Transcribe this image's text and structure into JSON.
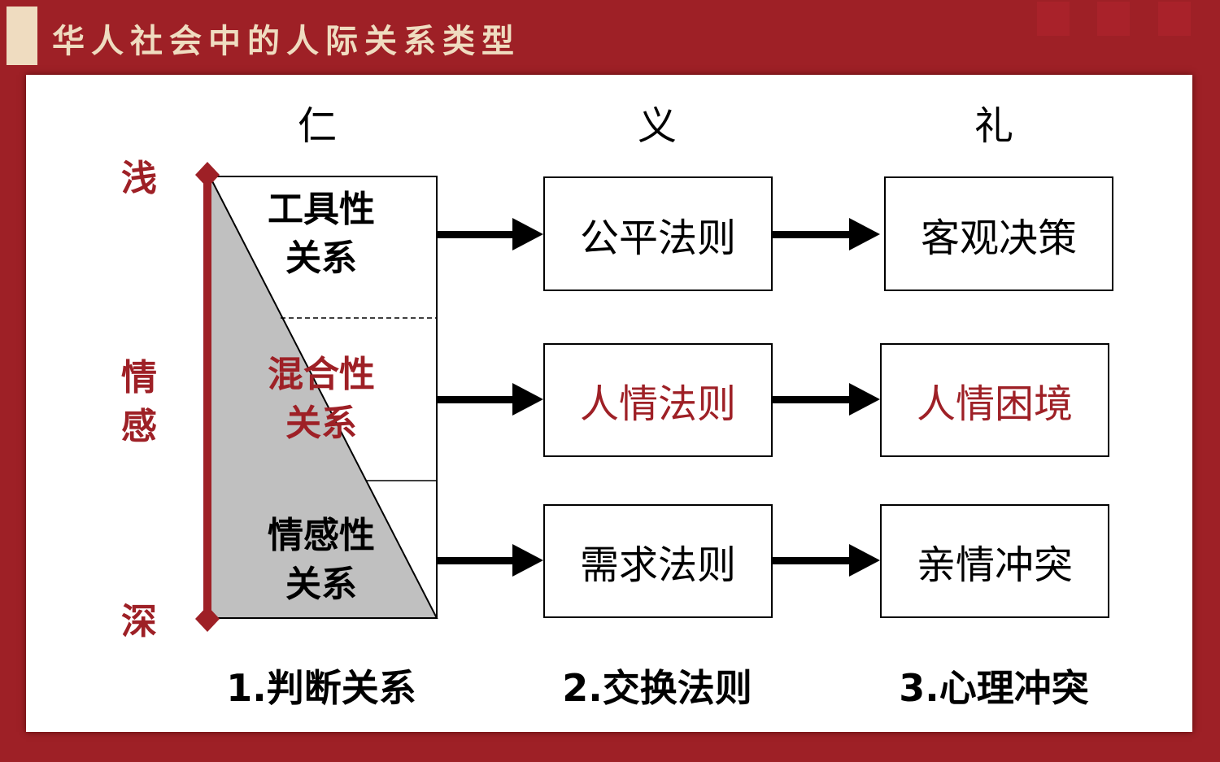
{
  "title": "华人社会中的人际关系类型",
  "colors": {
    "background": "#9e2026",
    "title_text": "#efdcc0",
    "accent": "#9e2026",
    "triangle": "#c0c0c0"
  },
  "columns": [
    "仁",
    "义",
    "礼"
  ],
  "axis": {
    "top": "浅",
    "middle": [
      "情",
      "感"
    ],
    "bottom": "深"
  },
  "relations": [
    {
      "line1": "工具性",
      "line2": "关系",
      "highlight": false
    },
    {
      "line1": "混合性",
      "line2": "关系",
      "highlight": true
    },
    {
      "line1": "情感性",
      "line2": "关系",
      "highlight": false
    }
  ],
  "rules": [
    "公平法则",
    "人情法则",
    "需求法则"
  ],
  "outcomes": [
    "客观决策",
    "人情困境",
    "亲情冲突"
  ],
  "footer": [
    "1.判断关系",
    "2.交换法则",
    "3.心理冲突"
  ]
}
